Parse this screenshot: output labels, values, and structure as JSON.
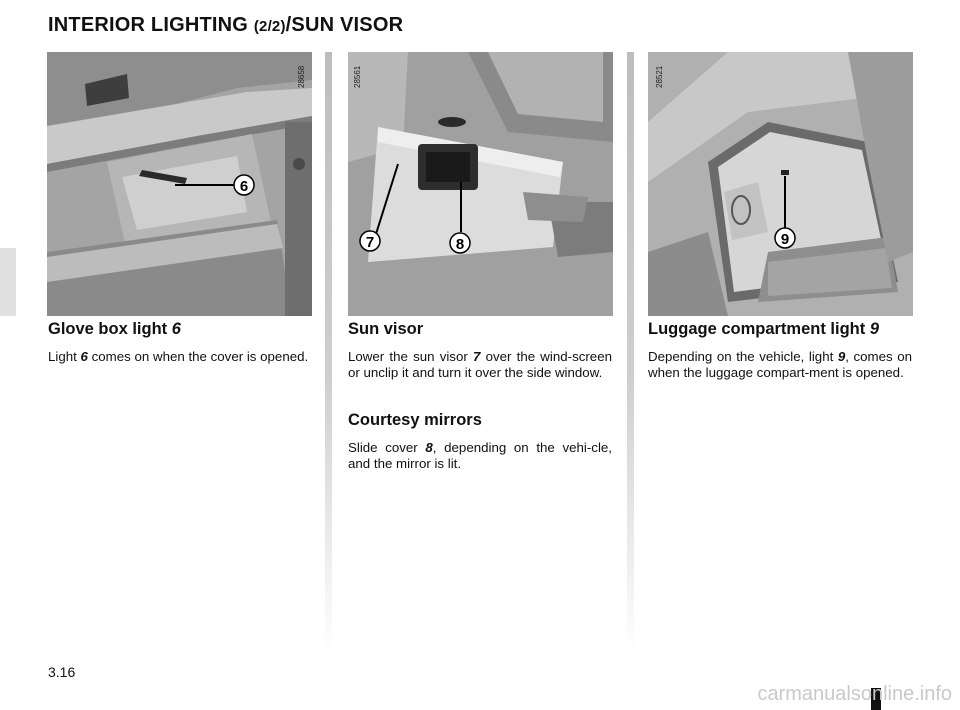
{
  "header": {
    "title_main": "INTERIOR LIGHTING ",
    "title_part": "(2/2)",
    "title_end": "/SUN VISOR"
  },
  "figures": [
    {
      "ref": "28658",
      "callouts": [
        "6"
      ]
    },
    {
      "ref": "28561",
      "callouts": [
        "7",
        "8"
      ]
    },
    {
      "ref": "28521",
      "callouts": [
        "9"
      ]
    }
  ],
  "sections": {
    "glove_box": {
      "heading": "Glove box light ",
      "heading_ref": "6",
      "text_1": "Light ",
      "text_ref": "6",
      "text_2": " comes on when the cover is opened."
    },
    "sun_visor": {
      "heading": "Sun visor",
      "text_1": "Lower the sun visor ",
      "text_ref": "7",
      "text_2": " over the wind-screen or unclip it and turn it over the side window."
    },
    "courtesy_mirrors": {
      "heading": "Courtesy mirrors",
      "text_1": "Slide cover ",
      "text_ref": "8",
      "text_2": ", depending on the vehi-cle, and the mirror is lit."
    },
    "luggage": {
      "heading": "Luggage compartment light ",
      "heading_ref": "9",
      "text_1": "Depending on the vehicle, light ",
      "text_ref": "9",
      "text_2": ", comes on when the luggage compart-ment is opened."
    }
  },
  "footer": {
    "page_number": "3.16",
    "watermark": "carmanualsonline.info"
  }
}
